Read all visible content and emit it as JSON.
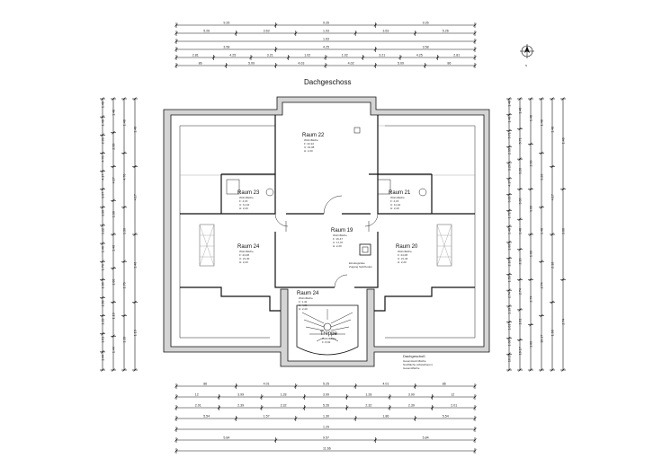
{
  "plan_title": "Dachgeschoss",
  "north_label": "N",
  "legend": {
    "title": "Dachgeschoß",
    "lines": [
      "Gesamtwohnfläche",
      "Nutzfläche (Abstellraum)",
      "Gesamtfläche"
    ]
  },
  "rooms": [
    {
      "id": "r22",
      "name": "Raum 22",
      "lines": [
        "Wohnfläche",
        "F: 22,22",
        "U: 19,08",
        "H: 2,20"
      ]
    },
    {
      "id": "r23",
      "name": "Raum 23",
      "lines": [
        "Wohnfläche",
        "F: 4,15",
        "U: 11,04",
        "H: 2,20"
      ]
    },
    {
      "id": "r21",
      "name": "Raum 21",
      "lines": [
        "Wohnfläche",
        "F: 4,15",
        "U: 11,04",
        "H: 2,20"
      ]
    },
    {
      "id": "r19",
      "name": "Raum 19",
      "lines": [
        "Wohnfläche",
        "F: 16,47",
        "U: 17,97",
        "H: 2,20"
      ]
    },
    {
      "id": "r24",
      "name": "Raum 24",
      "lines": [
        "Wohnfläche",
        "F: 24,08",
        "U: 21,40",
        "H: 2,20"
      ]
    },
    {
      "id": "r20",
      "name": "Raum 20",
      "lines": [
        "Wohnfläche",
        "F: 24,08",
        "U: 21,40",
        "H: 2,20"
      ]
    },
    {
      "id": "r24a",
      "name": "Raum 24",
      "lines": [
        "Wohnfläche",
        "F: 1,42",
        "U: 4,81",
        "H: 2,20"
      ]
    },
    {
      "id": "treppe",
      "name": "Treppe",
      "lines": [
        "Wohnfläche",
        "F: 8,92"
      ]
    }
  ],
  "annotations": {
    "einstieg": [
      "Einstiegsluke",
      "Zugang Spitzboden"
    ]
  },
  "dims": {
    "top": [
      [
        "9.26",
        "9.26",
        "9.26"
      ],
      [
        "5.26",
        "3.63",
        "1.93",
        "3.63",
        "5.26"
      ],
      [
        "1.63"
      ],
      [
        "3.58",
        "4.25",
        "3.58"
      ],
      [
        "2.81",
        "4.25",
        "3.21",
        "1.02",
        "1.02",
        "3.21",
        "4.25",
        "2.81"
      ],
      [
        "86",
        "5.09",
        "4.03",
        "4.02",
        "5.09",
        "86"
      ]
    ],
    "bottom": [
      [
        "86",
        "4.01",
        "5.25",
        "4.01",
        "86"
      ],
      [
        "12",
        "3.99",
        "1.28",
        "3.99",
        "1.28",
        "3.99",
        "12"
      ],
      [
        "2.01",
        "2.39",
        "2.32",
        "5.26",
        "2.32",
        "2.39",
        "2.01"
      ],
      [
        "5.54",
        "1.57",
        "1.30",
        "1.86",
        "5.54"
      ],
      [
        "1.29"
      ],
      [
        "5.84",
        "9.57",
        "5.84"
      ],
      [
        "11.66"
      ]
    ],
    "left": [
      "1.48",
      "1.48",
      "2.99",
      "4.76",
      "4.17",
      "3.07",
      "1.36",
      "1.22",
      "1.46",
      "1.70",
      "1.06",
      "1.58",
      "1.19",
      "1.01",
      "1.44"
    ],
    "right": [
      "1.48",
      "1.48",
      "5.71",
      "2.99",
      "3.26",
      "4.17",
      "3.00",
      "1.72",
      "1.48",
      "1.06",
      "2.16",
      "1.59",
      "2.74",
      "1.19",
      "1.01",
      "1.60",
      "10.17"
    ]
  }
}
